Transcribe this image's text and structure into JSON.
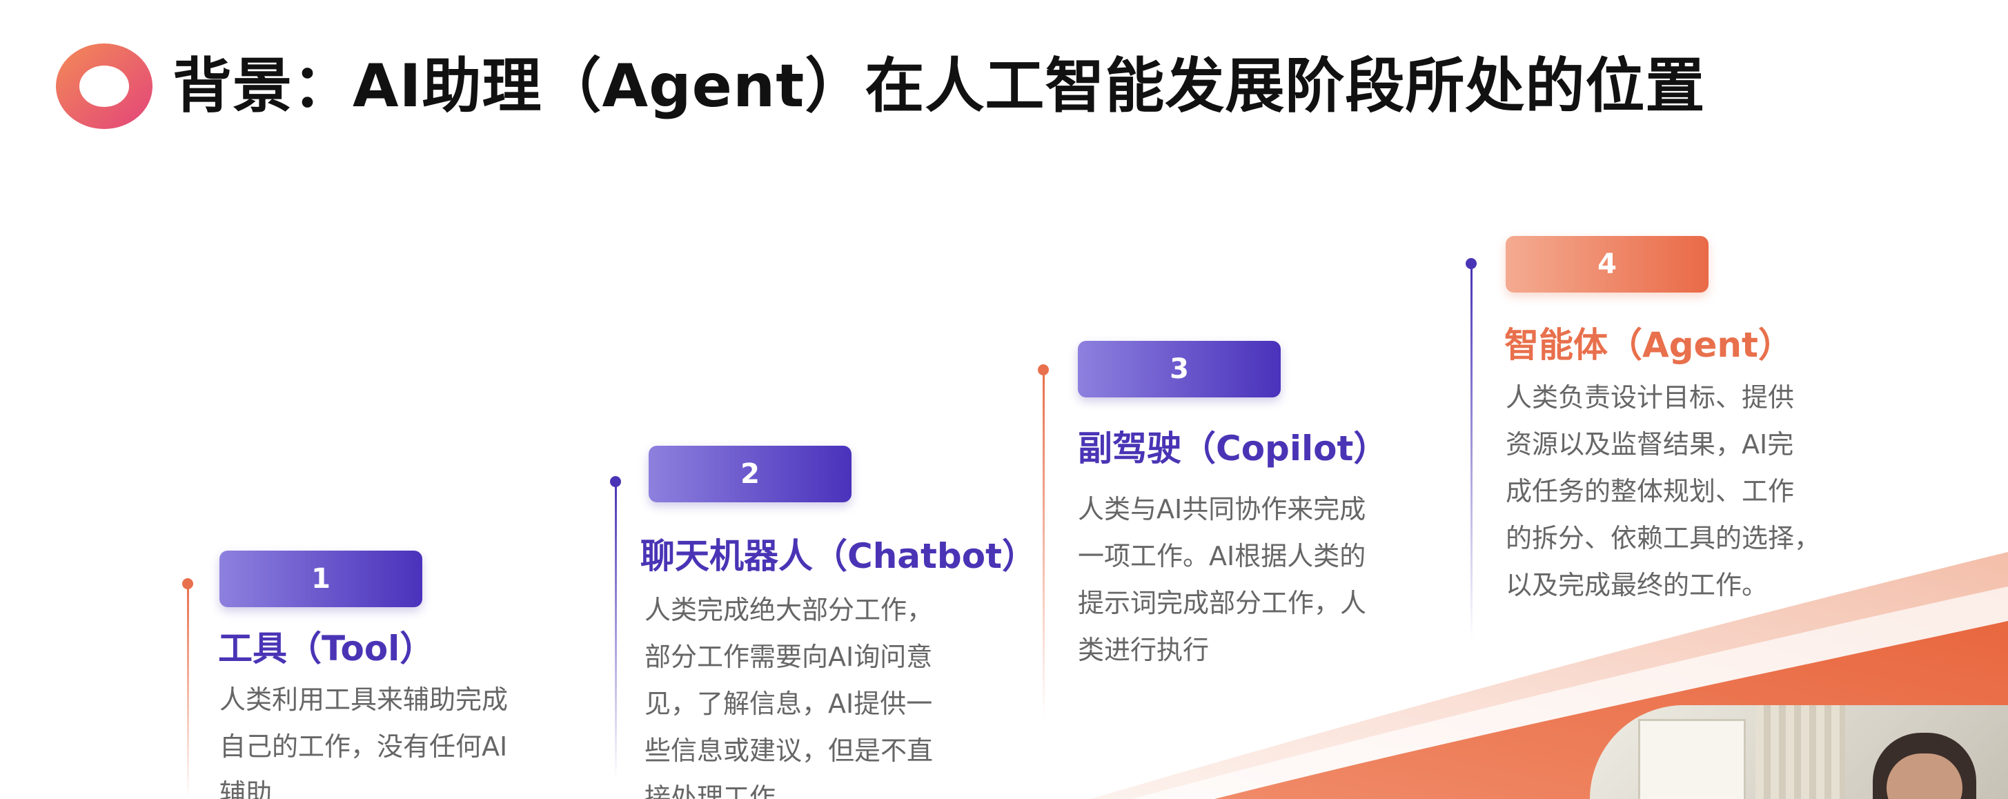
{
  "title": "背景：AI助理（Agent）在人工智能发展阶段所处的位置",
  "colors": {
    "purple": "#4a34b5",
    "orange": "#e8704c",
    "text_gray": "#666666",
    "title_black": "#111111"
  },
  "stages": [
    {
      "number": "1",
      "heading": "工具（Tool）",
      "description": [
        "人类利用工具来辅助完成",
        "自己的工作，没有任何AI",
        "辅助"
      ]
    },
    {
      "number": "2",
      "heading": "聊天机器人（Chatbot）",
      "description": [
        "人类完成绝大部分工作，",
        "部分工作需要向AI询问意",
        "见，了解信息，AI提供一",
        "些信息或建议，但是不直",
        "接处理工作。"
      ]
    },
    {
      "number": "3",
      "heading": "副驾驶（Copilot）",
      "description": [
        "人类与AI共同协作来完成",
        "一项工作。AI根据人类的",
        "提示词完成部分工作，人",
        "类进行执行"
      ]
    },
    {
      "number": "4",
      "heading": "智能体（Agent）",
      "description": [
        "人类负责设计目标、提供",
        "资源以及监督结果，AI完",
        "成任务的整体规划、工作",
        "的拆分、依赖工具的选择，",
        "以及完成最终的工作。"
      ]
    }
  ]
}
